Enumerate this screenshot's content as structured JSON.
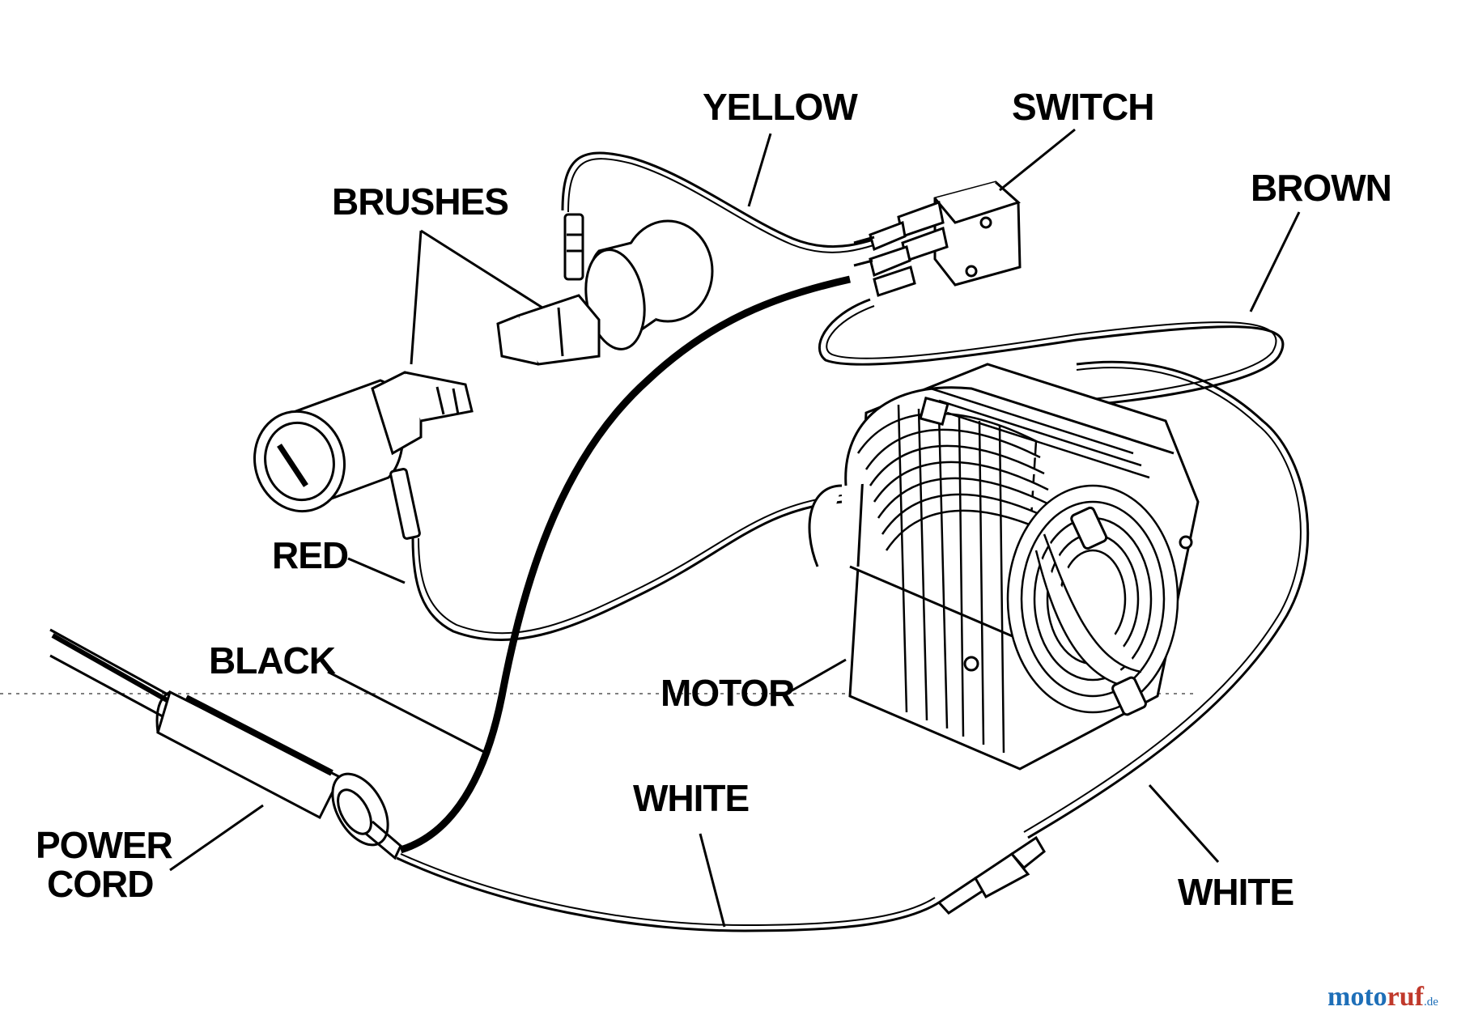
{
  "labels": {
    "yellow": "YELLOW",
    "switch": "SWITCH",
    "brushes": "BRUSHES",
    "brown": "BROWN",
    "red": "RED",
    "black": "BLACK",
    "motor": "MOTOR",
    "power_cord_line1": "POWER",
    "power_cord_line2": "CORD",
    "white_lower": "WHITE",
    "white_right": "WHITE"
  },
  "watermark": {
    "part1": "moto",
    "part2": "ruf",
    "suffix": ".de",
    "color1": "#1e6fb8",
    "color2": "#c0392b"
  },
  "colors": {
    "line": "#000000",
    "background": "#ffffff"
  }
}
